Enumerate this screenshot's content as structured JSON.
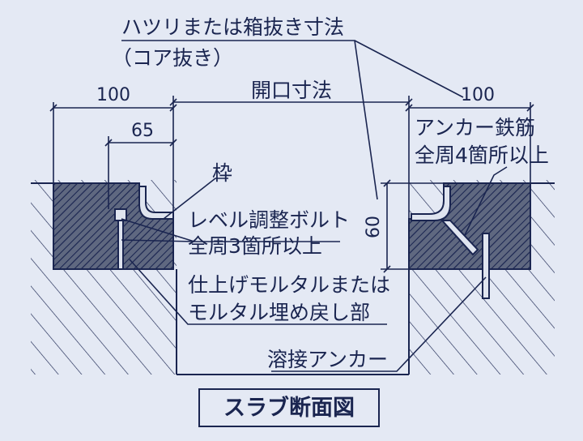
{
  "labels": {
    "chipping_line1": "ハツリまたは箱抜き寸法",
    "chipping_line2": "（コア抜き）",
    "frame": "枠",
    "level_bolt_line1": "レベル調整ボルト",
    "level_bolt_line2": "全周3箇所以上",
    "mortar_line1": "仕上げモルタルまたは",
    "mortar_line2": "モルタル埋め戻し部",
    "anchor_rebar_line1": "アンカー鉄筋",
    "anchor_rebar_line2": "全周4箇所以上",
    "weld_anchor": "溶接アンカー",
    "title": "スラブ断面図"
  },
  "dimensions": {
    "left_width": "100",
    "frame_offset": "65",
    "opening": "開口寸法",
    "right_width": "100",
    "height": "60"
  },
  "colors": {
    "background": "#e4e9f4",
    "line": "#1a2550",
    "slab_fill": "#6e7790",
    "mortar_fill": "#5f6880",
    "frame_fill": "#dfe4ef"
  }
}
